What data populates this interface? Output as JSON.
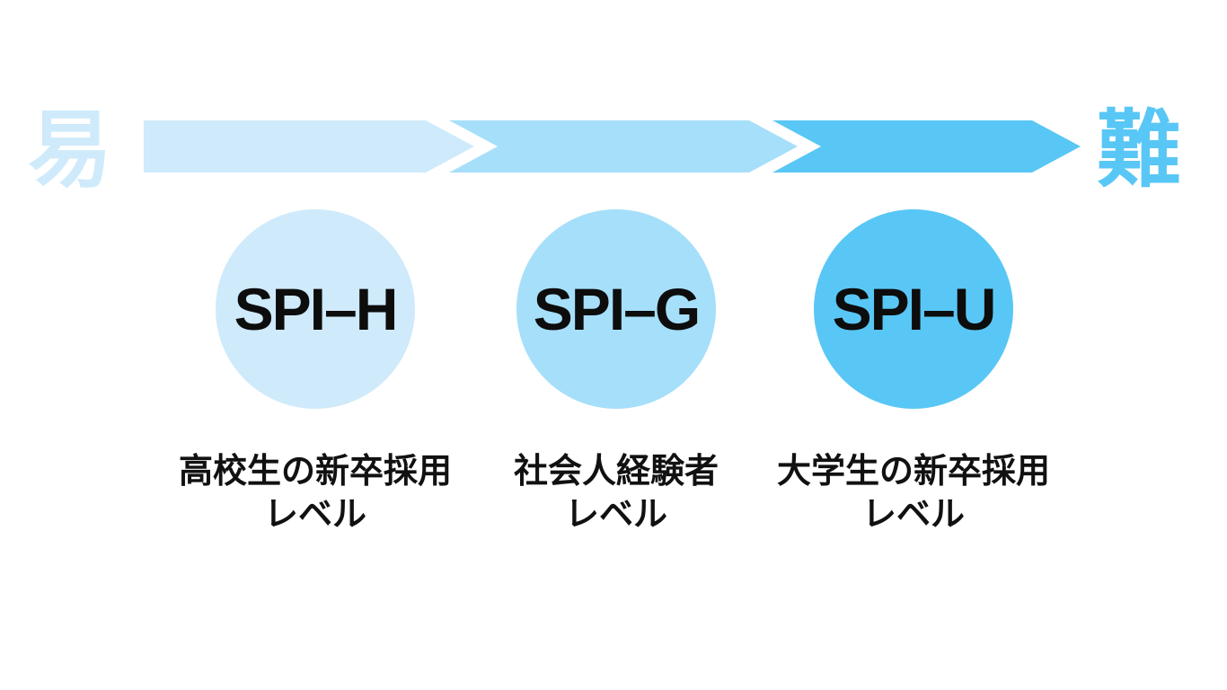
{
  "title": "SPI difficulty level diagram",
  "scale": {
    "easy_label": "易",
    "hard_label": "難"
  },
  "colors": {
    "easy": "#cfeafb",
    "medium": "#a6dffa",
    "hard": "#59c7f5",
    "text": "#111111",
    "background": "#ffffff"
  },
  "levels": [
    {
      "circle_label": "SPI–H",
      "desc_line1": "高校生の新卒採用",
      "desc_line2": "レベル",
      "color": "#cfeafb"
    },
    {
      "circle_label": "SPI–G",
      "desc_line1": "社会人経験者",
      "desc_line2": "レベル",
      "color": "#a6dffa"
    },
    {
      "circle_label": "SPI–U",
      "desc_line1": "大学生の新卒採用",
      "desc_line2": "レベル",
      "color": "#59c7f5"
    }
  ]
}
